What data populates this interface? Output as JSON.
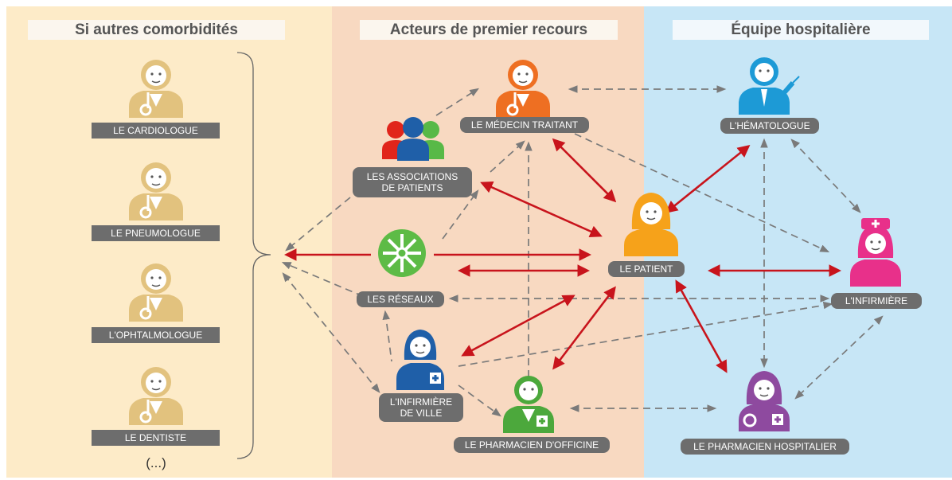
{
  "headers": {
    "left": "Si autres comorbidités",
    "middle": "Acteurs de premier recours",
    "right": "Équipe hospitalière"
  },
  "left_column": {
    "items": [
      {
        "label": "LE CARDIOLOGUE"
      },
      {
        "label": "LE PNEUMOLOGUE"
      },
      {
        "label": "L'OPHTALMOLOGUE"
      },
      {
        "label": "LE DENTISTE"
      }
    ],
    "ellipsis": "(...)"
  },
  "nodes": {
    "medecin_traitant": {
      "label": "LE MÉDECIN TRAITANT",
      "color": "#ee6f22"
    },
    "associations": {
      "line1": "LES ASSOCIATIONS",
      "line2": "DE PATIENTS",
      "colors": [
        "#e1251b",
        "#1f5fa8",
        "#58b947"
      ]
    },
    "reseaux": {
      "label": "LES RÉSEAUX",
      "color": "#5dbb46"
    },
    "infirmiere_ville": {
      "line1": "L'INFIRMIÈRE",
      "line2": "DE VILLE",
      "color": "#1f5fa8"
    },
    "pharmacien_officine": {
      "label": "LE PHARMACIEN D'OFFICINE",
      "color": "#4ca83c"
    },
    "patient": {
      "label": "LE PATIENT",
      "color": "#f6a21a"
    },
    "hematologue": {
      "label": "L'HÉMATOLOGUE",
      "color": "#1d9ad6"
    },
    "infirmiere": {
      "label": "L'INFIRMIÈRE",
      "color": "#e8308a"
    },
    "pharmacien_hospitalier": {
      "label": "LE PHARMACIEN HOSPITALIER",
      "color": "#8e4a9f"
    }
  },
  "colors": {
    "left_panel": "#fdebc8",
    "middle_panel": "#f8d9c1",
    "right_panel": "#c7e6f6",
    "label_bg": "#6d6d6d",
    "specialist_icon": "#e2c27e",
    "strong_arrow": "#c8141c",
    "dashed_arrow": "#7a7a7a"
  }
}
